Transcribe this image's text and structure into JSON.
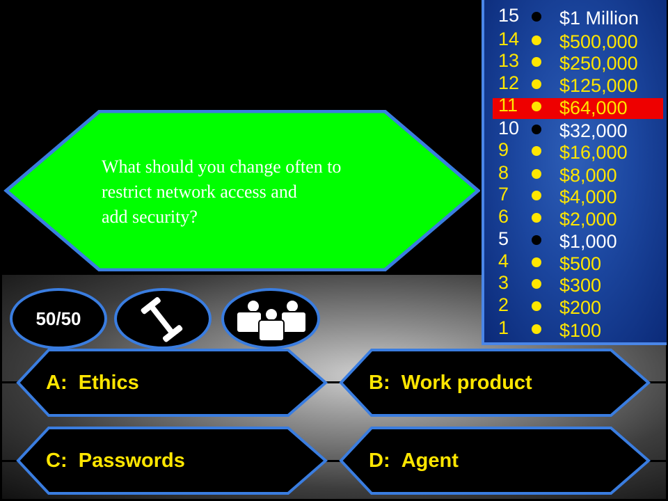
{
  "question": {
    "lines": [
      "What should you change often to",
      "restrict network access and",
      "add security?"
    ]
  },
  "lifelines": {
    "fifty_fifty": "50/50",
    "phone_icon": "phone-icon",
    "audience_icon": "audience-icon"
  },
  "answers": [
    {
      "letter": "A:",
      "text": "Ethics"
    },
    {
      "letter": "B:",
      "text": "Work product"
    },
    {
      "letter": "C:",
      "text": "Passwords"
    },
    {
      "letter": "D:",
      "text": "Agent"
    }
  ],
  "ladder": [
    {
      "num": "15",
      "amount": "$1 Million"
    },
    {
      "num": "14",
      "amount": "$500,000"
    },
    {
      "num": "13",
      "amount": "$250,000"
    },
    {
      "num": "12",
      "amount": "$125,000"
    },
    {
      "num": "11",
      "amount": "$64,000"
    },
    {
      "num": "10",
      "amount": "$32,000"
    },
    {
      "num": "9",
      "amount": "$16,000"
    },
    {
      "num": "8",
      "amount": "$8,000"
    },
    {
      "num": "7",
      "amount": "$4,000"
    },
    {
      "num": "6",
      "amount": "$2,000"
    },
    {
      "num": "5",
      "amount": "$1,000"
    },
    {
      "num": "4",
      "amount": "$500"
    },
    {
      "num": "3",
      "amount": "$300"
    },
    {
      "num": "2",
      "amount": "$200"
    },
    {
      "num": "1",
      "amount": "$100"
    }
  ],
  "current_level": "11",
  "colors": {
    "question_fill": "#00ff00",
    "border_blue": "#3a7de0",
    "answer_text": "#ffe600",
    "highlight": "#ee0000"
  }
}
